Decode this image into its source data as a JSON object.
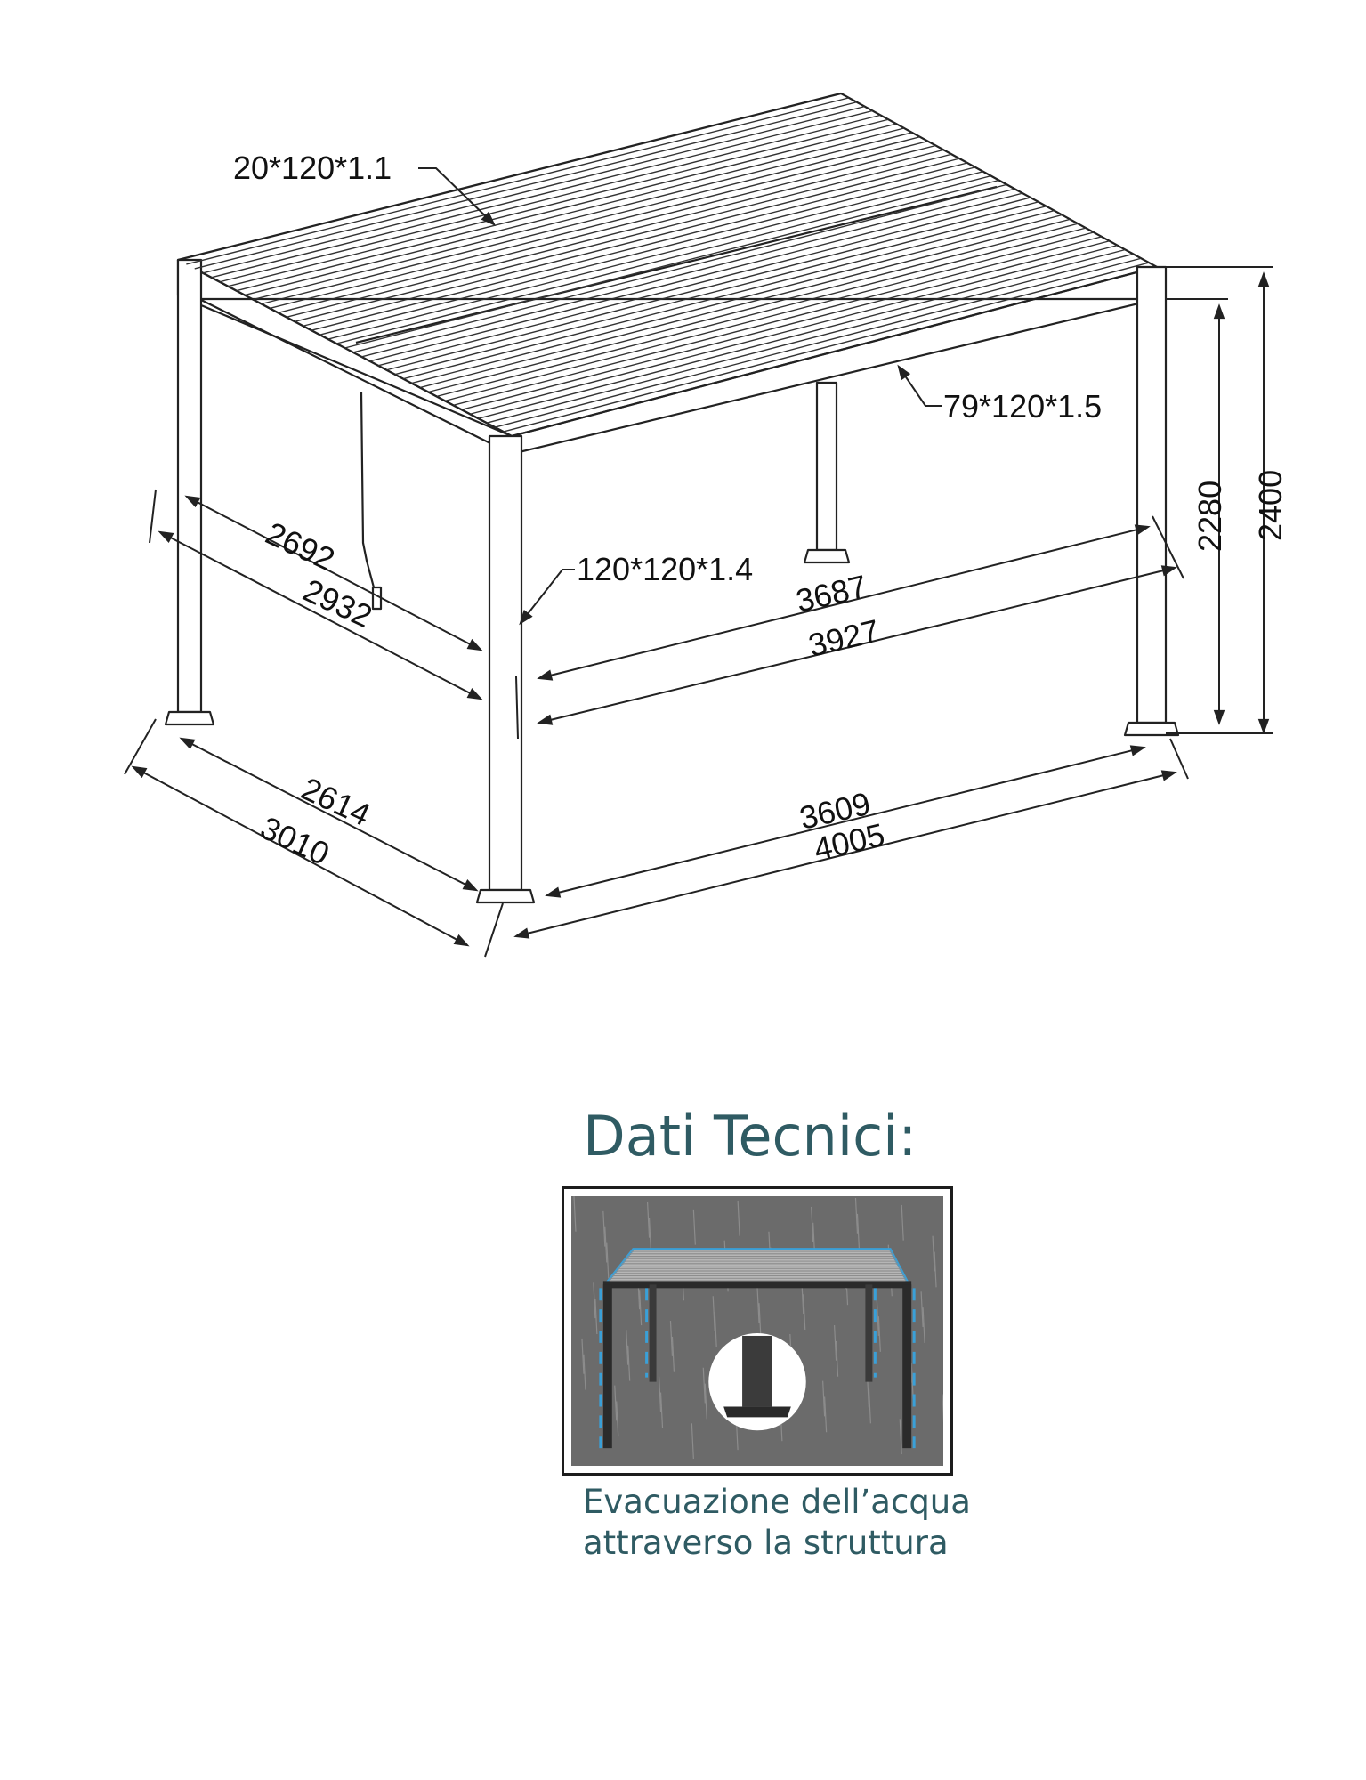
{
  "colors": {
    "line": "#222222",
    "text_teal": "#2f5b63",
    "photo_bg": "#6b6b6b",
    "water_blue": "#3aa0d8"
  },
  "labels": {
    "slat_profile": "20*120*1.1",
    "beam_profile": "79*120*1.5",
    "post_profile": "120*120*1.4",
    "depth_inner_top": "2692",
    "depth_outer_top": "2932",
    "width_inner_top": "3687",
    "width_outer_top": "3927",
    "depth_inner_bottom": "2614",
    "depth_outer_bottom": "3010",
    "width_inner_bottom": "3609",
    "width_outer_bottom": "4005",
    "height_inner": "2280",
    "height_outer": "2400"
  },
  "section": {
    "title": "Dati Tecnici:",
    "caption_line1": "Evacuazione dell’acqua",
    "caption_line2": "attraverso la struttura"
  }
}
